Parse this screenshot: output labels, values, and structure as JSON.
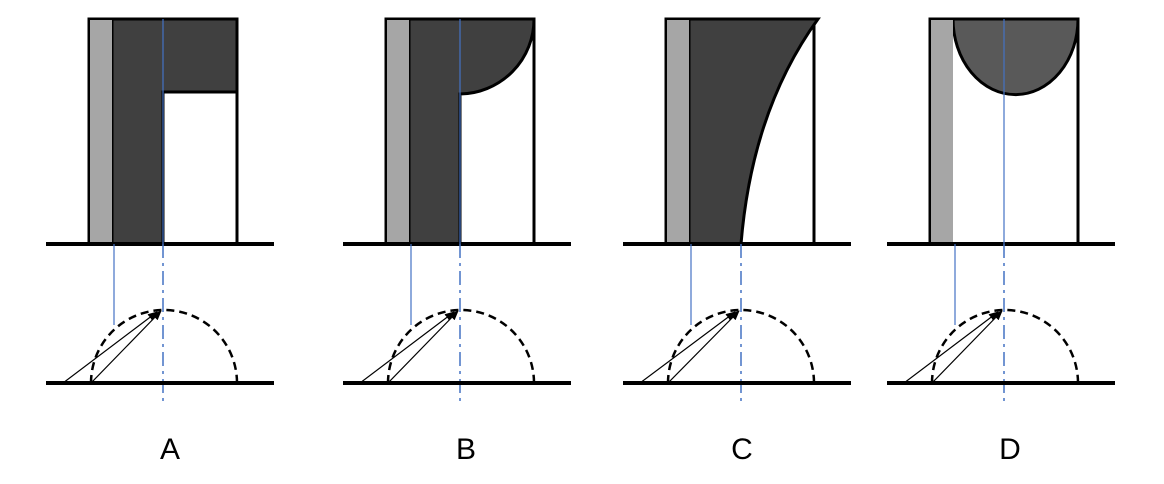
{
  "options": [
    {
      "label": "A"
    },
    {
      "label": "B"
    },
    {
      "label": "C"
    },
    {
      "label": "D"
    }
  ],
  "colors": {
    "dark_fill": "#404040",
    "light_fill": "#a6a6a6",
    "medium_fill": "#595959",
    "outline": "#000000",
    "projection_line": "#4472c4"
  }
}
